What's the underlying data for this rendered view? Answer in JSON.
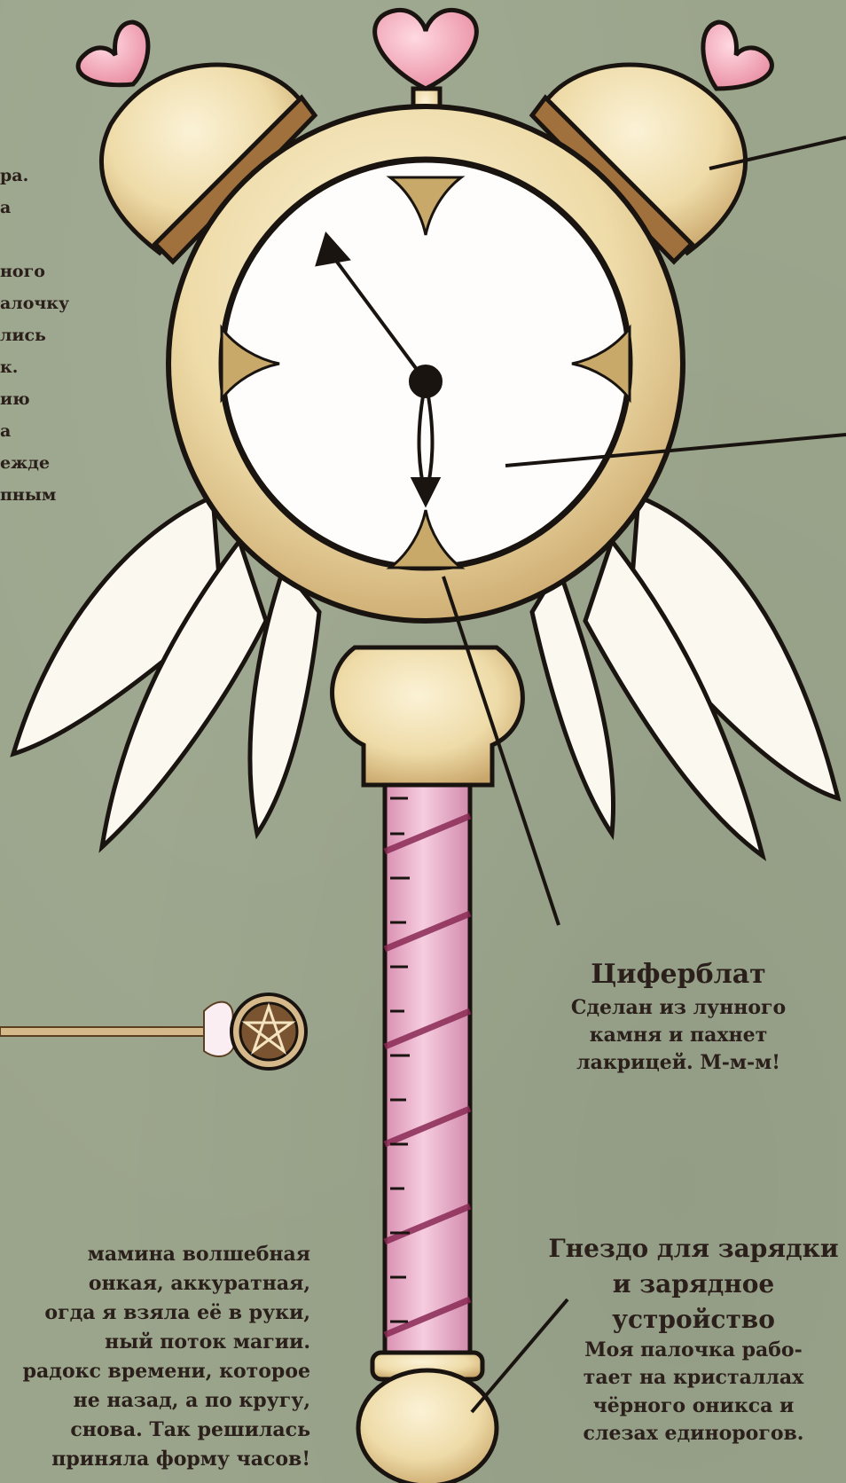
{
  "left_fragment": {
    "lines": [
      "ра.",
      "а",
      "",
      "ного",
      "алочку",
      "лись",
      "к.",
      "ию",
      "а",
      "ежде",
      "пным"
    ]
  },
  "dial_callout": {
    "title": "Циферблат",
    "lines": [
      "Сделан из лунного",
      "камня и пахнет",
      "лакрицей. М-м-м!"
    ]
  },
  "charging_callout": {
    "title_lines": [
      "Гнездо для зарядки",
      "и зарядное",
      "устройство"
    ],
    "body_lines": [
      "Моя палочка рабо-",
      "тает на кристаллах",
      "чёрного оникса и",
      "слезах единорогов."
    ]
  },
  "bottom_left_fragment": {
    "lines": [
      "мамина волшебная",
      "онкая, аккуратная,",
      "огда я взяла её в руки,",
      "ный поток магии.",
      "радокс времени, которое",
      "не назад, а по кругу,",
      "снова. Так решилась",
      "приняла форму часов!"
    ]
  },
  "colors": {
    "background": "#9ba58c",
    "gold": "#efdca6",
    "gold_shadow": "#c9a96a",
    "pink_handle": "#f0b8cf",
    "stripe": "#8a2a55",
    "heart": "#f4a8b8",
    "ink": "#1a1410"
  }
}
